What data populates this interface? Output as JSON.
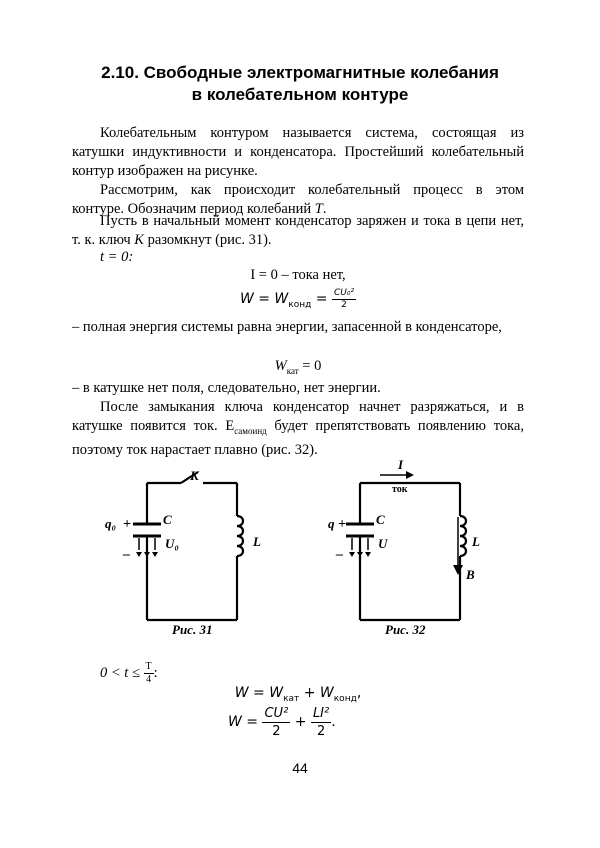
{
  "title": {
    "line1": "2.10. Свободные электромагнитные колебания",
    "line2": "в колебательном контуре"
  },
  "paragraphs": {
    "p1": "Колебательным контуром называется система, состоящая из катушки индуктивности и конденсатора. Простейший колебательный контур изображен на рисунке.",
    "p2_text": "Рассмотрим, как происходит колебательный процесс в этом контуре. Обозначим период колебаний ",
    "p2_var": "T",
    "p2_end": ".",
    "p3_a": "Пусть в начальный момент конденсатор заряжен и тока в цепи нет, т. к. ключ ",
    "p3_var": "K",
    "p3_b": " разомкнут (рис. 31).",
    "t0": "t = 0:",
    "eq_i0": "I = 0 – тока нет,",
    "eq_w1_left": "W = W",
    "eq_w1_sub": "конд",
    "eq_w1_eq": " = ",
    "eq_w1_num": "CU₀²",
    "eq_w1_den": "2",
    "p4": "– полная энергия системы равна энергии, запасенной в конденсаторе,",
    "eq_wkat_a": "W",
    "eq_wkat_sub": "кат",
    "eq_wkat_b": " = 0",
    "p5": "– в катушке нет поля, следовательно, нет энергии.",
    "p6_a": "После замыкания ключа конденсатор начнет разряжаться, и в катушке появится ток. E",
    "p6_sub": "самоинд",
    "p6_b": " будет препятствовать появлению тока, поэтому ток нарастает плавно (рис. 32).",
    "cond_a": "0 < t ≤ ",
    "cond_num": "T",
    "cond_den": "4",
    "cond_b": ":",
    "eq_w2_a": "W = W",
    "eq_w2_sub1": "кат",
    "eq_w2_b": " + W",
    "eq_w2_sub2": "конд",
    "eq_w2_c": ",",
    "eq_w3_a": "W = ",
    "eq_w3_num1": "CU²",
    "eq_w3_den1": "2",
    "eq_w3_plus": " + ",
    "eq_w3_num2": "LI²",
    "eq_w3_den2": "2",
    "eq_w3_end": "."
  },
  "figures": {
    "fig31": {
      "caption": "Рис. 31",
      "key_label": "K",
      "charge_label": "q₀",
      "plus": "+",
      "minus": "–",
      "cap_label": "C",
      "voltage_label": "U₀",
      "ind_label": "L"
    },
    "fig32": {
      "caption": "Рис. 32",
      "current_label": "I",
      "current_sub": "ток",
      "charge_label": "q",
      "plus": "+",
      "minus": "–",
      "cap_label": "C",
      "voltage_label": "U",
      "ind_label": "L",
      "field_label": "B"
    }
  },
  "page_number": "44"
}
